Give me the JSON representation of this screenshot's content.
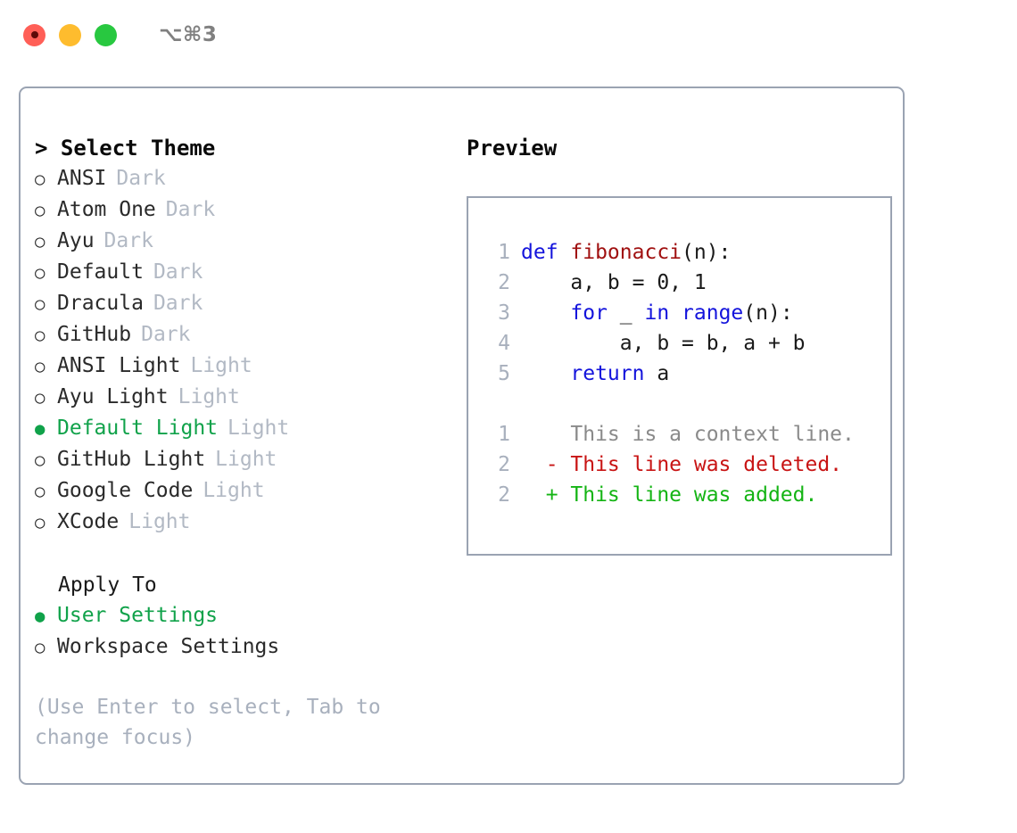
{
  "titlebar": {
    "shortcut": "⌥⌘3",
    "buttons": [
      {
        "name": "close",
        "color": "#FF5F57"
      },
      {
        "name": "minimize",
        "color": "#FEBC2E"
      },
      {
        "name": "zoom",
        "color": "#28C840"
      }
    ]
  },
  "theme_picker": {
    "header": "> Select Theme",
    "marker_unselected": "○",
    "marker_selected": "●",
    "accent_color": "#10A24A",
    "tag_color": "#B2B9C4",
    "items": [
      {
        "label": "ANSI",
        "tag": "Dark",
        "selected": false
      },
      {
        "label": "Atom One",
        "tag": "Dark",
        "selected": false
      },
      {
        "label": "Ayu",
        "tag": "Dark",
        "selected": false
      },
      {
        "label": "Default",
        "tag": "Dark",
        "selected": false
      },
      {
        "label": "Dracula",
        "tag": "Dark",
        "selected": false
      },
      {
        "label": "GitHub",
        "tag": "Dark",
        "selected": false
      },
      {
        "label": "ANSI Light",
        "tag": "Light",
        "selected": false
      },
      {
        "label": "Ayu Light",
        "tag": "Light",
        "selected": false
      },
      {
        "label": "Default Light",
        "tag": "Light",
        "selected": true
      },
      {
        "label": "GitHub Light",
        "tag": "Light",
        "selected": false
      },
      {
        "label": "Google Code",
        "tag": "Light",
        "selected": false
      },
      {
        "label": "XCode",
        "tag": "Light",
        "selected": false
      }
    ]
  },
  "apply_to": {
    "header": "Apply To",
    "items": [
      {
        "label": "User Settings",
        "selected": true
      },
      {
        "label": "Workspace Settings",
        "selected": false
      }
    ]
  },
  "hint": "(Use Enter to select, Tab to change focus)",
  "preview": {
    "header": "Preview",
    "code_lines": [
      {
        "number": "1",
        "tokens": [
          {
            "text": "def ",
            "style": "kw"
          },
          {
            "text": "fibonacci",
            "style": "fn"
          },
          {
            "text": "(n):",
            "style": "plain"
          }
        ]
      },
      {
        "number": "2",
        "tokens": [
          {
            "text": "    a, b = 0, 1",
            "style": "plain"
          }
        ]
      },
      {
        "number": "3",
        "tokens": [
          {
            "text": "    ",
            "style": "plain"
          },
          {
            "text": "for",
            "style": "kw"
          },
          {
            "text": " _ ",
            "style": "plain"
          },
          {
            "text": "in",
            "style": "kw"
          },
          {
            "text": " ",
            "style": "plain"
          },
          {
            "text": "range",
            "style": "kw"
          },
          {
            "text": "(n):",
            "style": "plain"
          }
        ]
      },
      {
        "number": "4",
        "tokens": [
          {
            "text": "        a, b = b, a + b",
            "style": "plain"
          }
        ]
      },
      {
        "number": "5",
        "tokens": [
          {
            "text": "    ",
            "style": "plain"
          },
          {
            "text": "return",
            "style": "kw"
          },
          {
            "text": " a",
            "style": "plain"
          }
        ]
      }
    ],
    "diff_lines": [
      {
        "number": "1",
        "marker": " ",
        "text": "This is a context line.",
        "style": "diff-ctx"
      },
      {
        "number": "2",
        "marker": "-",
        "text": "This line was deleted.",
        "style": "diff-del"
      },
      {
        "number": "2",
        "marker": "+",
        "text": "This line was added.",
        "style": "diff-add"
      }
    ],
    "colors": {
      "keyword": "#1414DC",
      "function": "#A01010",
      "line_number": "#A8B0BD",
      "diff_context": "#8A8A8A",
      "diff_deleted": "#C81414",
      "diff_added": "#14B414"
    }
  }
}
